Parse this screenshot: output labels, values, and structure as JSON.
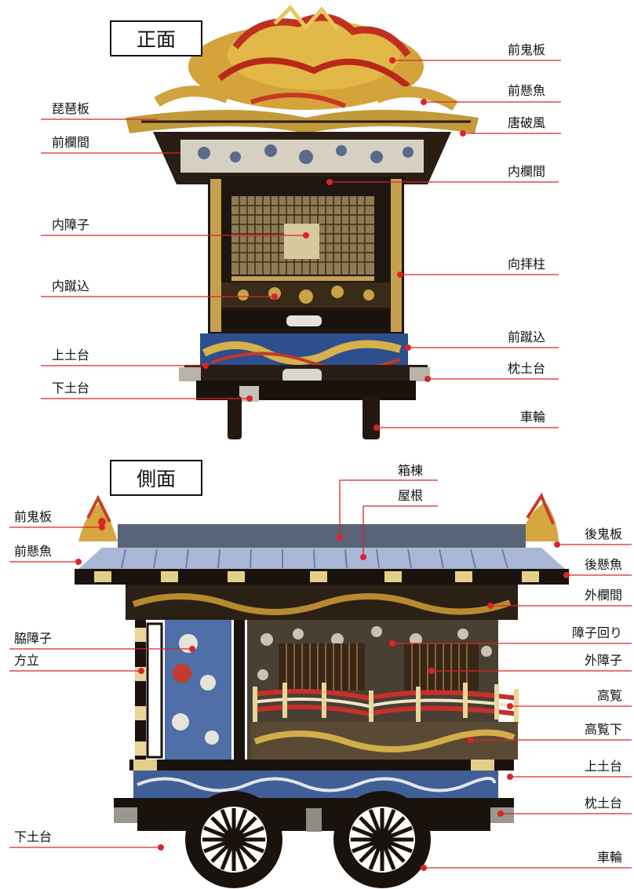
{
  "colors": {
    "leader": "#d9252a",
    "dot": "#d9252a",
    "lacquer": "#1a1410",
    "gold": "#c9a23a",
    "blue": "#3f5f96",
    "roof": "#9aaccb"
  },
  "front": {
    "title": "正面",
    "labels": {
      "maeonita": "前鬼板",
      "maegegyo": "前懸魚",
      "karahafu": "唐破風",
      "uchiranma": "内欄間",
      "mukouhai": "向拝柱",
      "maekekomi": "前蹴込",
      "makuradodai": "枕土台",
      "sharin": "車輪",
      "biwaita": "琵琶板",
      "maeranma": "前欄間",
      "uchishoji": "内障子",
      "uchikekomi": "内蹴込",
      "kamidodai": "上土台",
      "shimododai": "下土台"
    }
  },
  "side": {
    "title": "側面",
    "labels": {
      "hakomune": "箱棟",
      "yane": "屋根",
      "maeonita": "前鬼板",
      "maegegyo": "前懸魚",
      "waki_shoji": "脇障子",
      "hodate": "方立",
      "shimododai": "下土台",
      "ushiroonita": "後鬼板",
      "ushirogegyo": "後懸魚",
      "sotoranma": "外欄間",
      "shojimawari": "障子回り",
      "sotoshoji": "外障子",
      "koran": "高覧",
      "koranshita": "高覧下",
      "kamidodai": "上土台",
      "makuradodai": "枕土台",
      "sharin": "車輪"
    }
  }
}
